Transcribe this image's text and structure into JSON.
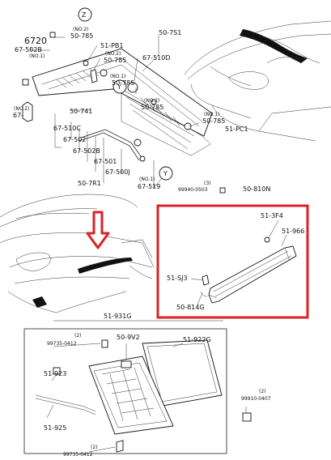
{
  "diagram": {
    "top_labels": {
      "z_no2": "(NO.2)",
      "z_num": "50-785",
      "z_circle": "Z",
      "p6720": "6720",
      "p67502B": "67-502B",
      "no1_a": "(NO.1)",
      "p51PB1": "51-PB1",
      "no2_b": "(NO.2)",
      "p50785_b": "50-785",
      "p507S1": "50-7S1",
      "p67510D": "67-510D",
      "no1_c": "(NO.1)",
      "p50785_c": "50-785",
      "no2_d": "(NO.2)",
      "p50785_d": "50-785",
      "p50741": "50-741",
      "y1": "Y",
      "no1_e": "(NO.1)",
      "p50785_e": "50-785",
      "p51PC1": "51-PC1",
      "no2_f": "(NO.2)",
      "p67_f": "67-",
      "p67510C": "67-510C",
      "p67502": "67-502",
      "p67502B_2": "67-502B",
      "p67501": "67-501",
      "p67500J": "67-500J",
      "p507R1": "50-7R1",
      "no1_g": "(NO.1)",
      "p67519": "67-519",
      "y2": "Y",
      "qty3": "(3)",
      "p99940": "99940-0503",
      "p50810N": "50-810N"
    },
    "highlight_labels": {
      "p513F4": "51-3F4",
      "p51966": "51-966",
      "p51SJ3": "51-SJ3",
      "p50814G": "50-814G"
    },
    "bottom_labels": {
      "p51931G": "51-931G",
      "qty2_a": "(2)",
      "p99735_a": "99735-0412",
      "p509V2": "50-9V2",
      "p51922G": "51-922G",
      "p51923": "51-923",
      "qty2_b": "(2)",
      "p99910": "99910-0407",
      "p51925": "51-925",
      "qty2_c": "(2)",
      "p99735_c": "99735-0412"
    },
    "highlight_color": "#d8232a",
    "arrow_color": "#d8232a"
  }
}
